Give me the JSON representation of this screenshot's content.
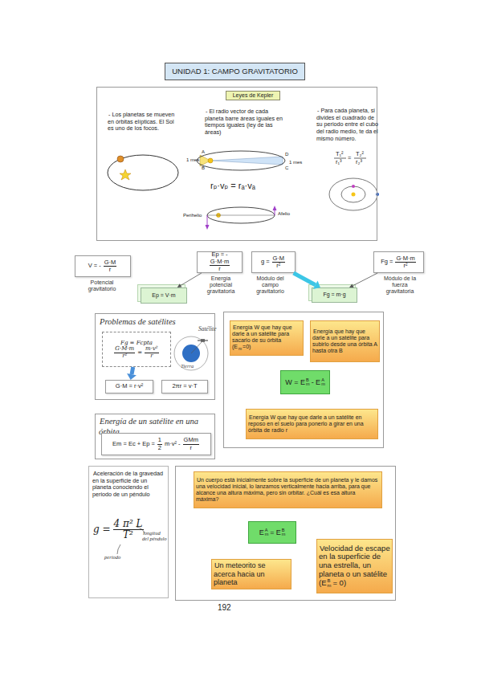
{
  "diagram": {
    "title": "UNIDAD 1: CAMPO GRAVITATORIO",
    "nodes": [
      {
        "text": [
          "Leyes de Kepler",
          "- Los planetas se mueven en órbitas elípticas. El Sol es uno de los focos.",
          "- El radio vector de cada planeta barre áreas iguales en tiempos iguales (ley de las áreas)",
          "- Para cada planeta, si divides el cuadrado de su periodo entre el cubo del radio medio, te da el mismo número."
        ]
      },
      {
        "text": [
          "V = -",
          "G·M",
          "r",
          "Potencial gravitatorio"
        ]
      },
      {
        "text": [
          "Ep = -",
          "G·M·m",
          "r",
          "Energía potencial gravitatoria"
        ]
      },
      {
        "text": [
          "g =",
          "G·M",
          "r²",
          "Módulo del campo gravitatorio"
        ]
      },
      {
        "text": [
          "Fg =",
          "G·M·m",
          "r²",
          "Módulo de la fuerza gravitatoria"
        ]
      },
      {
        "text": [
          "Ep = V·m"
        ]
      },
      {
        "text": [
          "Fg = m·g"
        ]
      },
      {
        "text": [
          "Problemas de satélites"
        ]
      },
      {
        "text": [
          "Fg = Fcpta",
          "G·M·m",
          "r²",
          "=",
          "m·v²",
          "r"
        ],
        "in": 7
      },
      {
        "text": [
          "G·M = r·v²"
        ],
        "in": 7
      },
      {
        "text": [
          "2πr = v·T"
        ],
        "in": 7
      },
      {
        "text": []
      },
      {
        "text": [
          "Energía W que hay que darle a un satélite para sacarlo de su órbita (E",
          "m",
          "=0)"
        ],
        "in": 11
      },
      {
        "text": [
          "Energía que hay que darle a un satélite para subirlo desde una órbita A hasta otra B"
        ],
        "in": 11
      },
      {
        "text": [
          "W = E",
          "B",
          "m",
          "- E",
          "A",
          "m"
        ],
        "in": 11
      },
      {
        "text": [
          "Energía W que hay que darle a un satélite en reposo en el suelo para ponerlo a girar en una órbita de radio r"
        ],
        "in": 11
      },
      {
        "text": [
          "Energía de un satélite en una órbita"
        ]
      },
      {
        "text": [
          "Em = Ec + Ep =",
          "1",
          "2",
          "m·v² -",
          "GMm",
          "r"
        ],
        "in": 16
      },
      {
        "text": [
          "Aceleración de la gravedad en la superficie de un planeta conociendo el periodo de un péndulo",
          "g =",
          "4 π² L",
          "T²",
          "longitud del péndulo",
          "periodo"
        ]
      },
      {
        "text": []
      },
      {
        "text": [
          "Un cuerpo está inicialmente sobre la superficie de un planeta y le damos una velocidad inicial, lo lanzamos verticalmente hacia arriba, para que alcance una altura máxima, pero sin orbitar. ¿Cuál es esa altura máxima?"
        ],
        "in": 19
      },
      {
        "text": [
          "E",
          "A",
          "m",
          "=",
          "E",
          "B",
          "m"
        ],
        "in": 19
      },
      {
        "text": [
          "Un meteorito se acerca hacia un planeta"
        ],
        "in": 19
      },
      {
        "text": [
          "Velocidad de escape en la superficie de una estrella, un planeta o un satélite (E",
          "B",
          "m",
          "= 0)"
        ],
        "in": 19
      }
    ],
    "edges": [
      {
        "from": 2,
        "to": 5,
        "arrow": "to"
      },
      {
        "from": 3,
        "to": 6,
        "arrow": "to"
      },
      {
        "from": 4,
        "to": 6,
        "arrow": "to"
      },
      {
        "from": 8,
        "to": 9,
        "arrow": "to"
      }
    ],
    "labels": [
      "1 mes",
      "1 mes",
      "A",
      "B",
      "C",
      "D",
      "rₚ·vₚ = rₐ·vₐ",
      "Perihelio",
      "Afelio",
      "T₁²",
      "r₁³",
      "=",
      "T₂²",
      "r₂³",
      "Satélite",
      "Tierra",
      "192"
    ]
  }
}
